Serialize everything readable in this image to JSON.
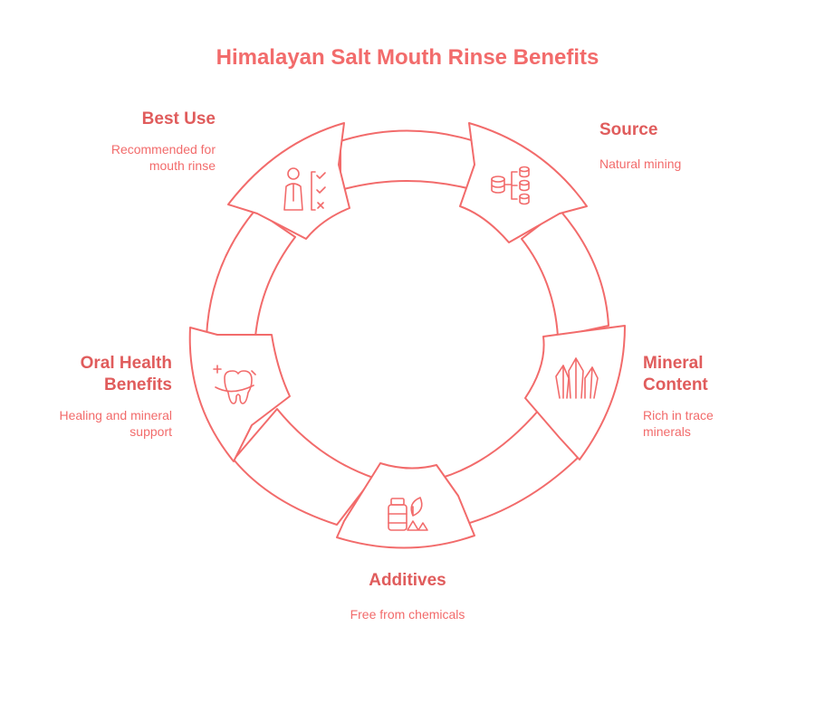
{
  "title": "Himalayan Salt Mouth Rinse Benefits",
  "colors": {
    "accent": "#f26b6b",
    "label": "#e05c5c",
    "background": "#ffffff"
  },
  "items": [
    {
      "title": "Source",
      "description": "Natural mining",
      "icon": "database-stack-icon"
    },
    {
      "title": "Mineral Content",
      "description": "Rich in trace minerals",
      "icon": "crystals-icon"
    },
    {
      "title": "Additives",
      "description": "Free from chemicals",
      "icon": "bottle-leaf-icon"
    },
    {
      "title": "Oral Health Benefits",
      "description": "Healing and mineral support",
      "icon": "tooth-icon"
    },
    {
      "title": "Best Use",
      "description": "Recommended for mouth rinse",
      "icon": "person-checklist-icon"
    }
  ]
}
